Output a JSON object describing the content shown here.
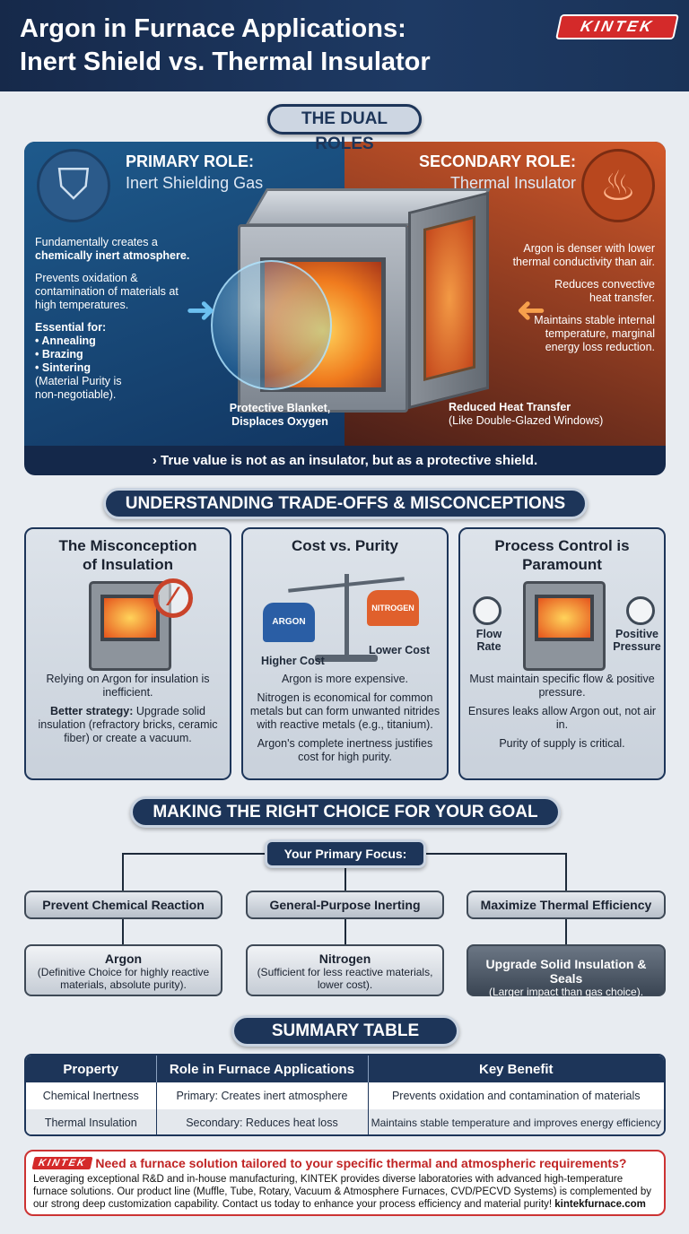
{
  "header": {
    "title_line1": "Argon in Furnace Applications:",
    "title_line2": "Inert Shield vs. Thermal Insulator",
    "logo": "KINTEK"
  },
  "dual_roles": {
    "heading": "THE DUAL ROLES",
    "primary": {
      "label": "PRIMARY ROLE:",
      "title": "Inert Shielding Gas",
      "icon": "shield-icon",
      "p1_a": "Fundamentally creates a",
      "p1_b": "chemically inert atmosphere.",
      "p2": "Prevents oxidation & contamination of materials at high temperatures.",
      "essential": "Essential for:",
      "items": [
        "Annealing",
        "Brazing",
        "Sintering"
      ],
      "note": "(Material Purity is non-negotiable).",
      "callout": "Protective Blanket, Displaces Oxygen"
    },
    "secondary": {
      "label": "SECONDARY ROLE:",
      "title": "Thermal Insulator",
      "icon": "heat-icon",
      "p1": "Argon is denser with lower thermal conductivity than air.",
      "p2": "Reduces convective heat transfer.",
      "p3": "Maintains stable internal temperature, marginal energy loss reduction.",
      "callout_title": "Reduced Heat Transfer",
      "callout_sub": "(Like Double-Glazed Windows)"
    },
    "banner": "› True value is not as an insulator, but as a protective shield."
  },
  "tradeoffs": {
    "heading": "UNDERSTANDING TRADE-OFFS & MISCONCEPTIONS",
    "cards": [
      {
        "title": "The Misconception of Insulation",
        "p1": "Relying on Argon for insulation is inefficient.",
        "p2_bold": "Better strategy:",
        "p2": " Upgrade solid insulation (refractory bricks, ceramic fiber) or create a vacuum."
      },
      {
        "title": "Cost vs. Purity",
        "left_weight": "ARGON",
        "right_weight": "NITROGEN",
        "left_label": "Higher Cost",
        "right_label": "Lower Cost",
        "p1": "Argon is more expensive.",
        "p2": "Nitrogen is economical for common metals but can form unwanted nitrides with reactive metals (e.g., titanium).",
        "p3": "Argon's complete inertness justifies cost for high purity."
      },
      {
        "title": "Process Control is Paramount",
        "gauge_left": "Flow Rate",
        "gauge_right": "Positive Pressure",
        "p1": "Must maintain specific flow & positive pressure.",
        "p2": "Ensures leaks allow Argon out, not air in.",
        "p3": "Purity of supply is critical."
      }
    ]
  },
  "choice": {
    "heading": "MAKING THE RIGHT CHOICE FOR YOUR GOAL",
    "root": "Your Primary Focus:",
    "options": [
      {
        "goal": "Prevent Chemical Reaction",
        "answer": "Argon",
        "detail": "(Definitive Choice for highly reactive materials, absolute purity)."
      },
      {
        "goal": "General-Purpose Inerting",
        "answer": "Nitrogen",
        "detail": "(Sufficient for less reactive materials, lower cost)."
      },
      {
        "goal": "Maximize Thermal Efficiency",
        "answer": "Upgrade Solid Insulation & Seals",
        "detail": "(Larger impact than gas choice)."
      }
    ]
  },
  "summary": {
    "heading": "SUMMARY TABLE",
    "columns": [
      "Property",
      "Role in Furnace Applications",
      "Key Benefit"
    ],
    "rows": [
      [
        "Chemical Inertness",
        "Primary: Creates inert atmosphere",
        "Prevents oxidation and contamination of materials"
      ],
      [
        "Thermal Insulation",
        "Secondary: Reduces heat loss",
        "Maintains stable temperature and improves energy efficiency"
      ]
    ]
  },
  "cta": {
    "logo": "KINTEK",
    "headline": "Need a furnace solution tailored to your specific thermal and atmospheric requirements?",
    "body": "Leveraging exceptional R&D and in-house manufacturing, KINTEK provides diverse laboratories with advanced high-temperature furnace solutions. Our product line (Muffle, Tube, Rotary, Vacuum & Atmosphere Furnaces, CVD/PECVD Systems) is complemented by our strong deep customization capability. Contact us today to enhance your process efficiency and material purity! ",
    "link": "kintekfurnace.com"
  },
  "colors": {
    "navy": "#1d3559",
    "blue": "#1e5a8c",
    "orange": "#d3592a",
    "red": "#d42a2a"
  }
}
